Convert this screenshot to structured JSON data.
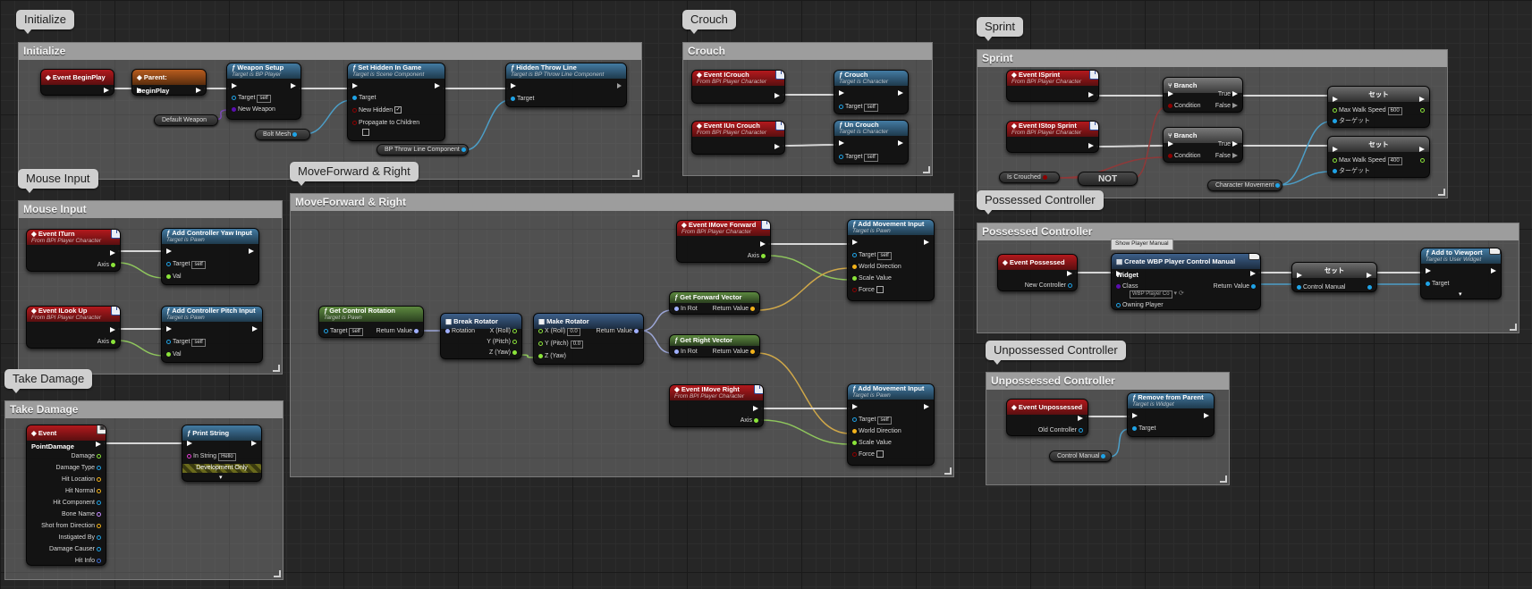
{
  "comments": {
    "initialize": "Initialize",
    "crouch": "Crouch",
    "sprint": "Sprint",
    "mouse": "Mouse Input",
    "move": "MoveForward & Right",
    "damage": "Take Damage",
    "possessed": "Possessed Controller",
    "unpossessed": "Unpossessed Controller"
  },
  "init": {
    "beginplay": "Event BeginPlay",
    "parent": "Parent: BeginPlay",
    "weapon_title": "Weapon Setup",
    "weapon_sub": "Target is BP Player",
    "weapon_target": "Target",
    "weapon_new": "New Weapon",
    "self": "self",
    "default_weapon": "Default Weapon",
    "sethidden_title": "Set Hidden In Game",
    "sethidden_sub": "Target is Scene Component",
    "sh_target": "Target",
    "sh_new_hidden": "New Hidden",
    "sh_propagate": "Propagate to Children",
    "bolt_mesh": "Bolt Mesh",
    "throw_title": "Hidden Throw Line",
    "throw_sub": "Target is BP Throw Line Component",
    "throw_target": "Target",
    "bp_throw": "BP Throw Line Component"
  },
  "crouch": {
    "ev_crouch": "Event ICrouch",
    "ev_uncrouch": "Event IUn Crouch",
    "from": "From BPI Player Character",
    "fn_crouch": "Crouch",
    "fn_uncrouch": "Un Crouch",
    "target_is": "Target is Character",
    "target": "Target",
    "self": "self"
  },
  "sprint": {
    "ev_sprint": "Event ISprint",
    "ev_stop": "Event IStop Sprint",
    "from": "From BPI Player Character",
    "branch": "Branch",
    "condition": "Condition",
    "true_lbl": "True",
    "false_lbl": "False",
    "set": "セット",
    "max_walk": "Max Walk Speed",
    "speed_1": "600",
    "speed_2": "400",
    "target_jp": "ターゲット",
    "is_crouched": "Is Crouched",
    "not": "NOT",
    "char_move": "Character Movement"
  },
  "mouse": {
    "ev_turn": "Event ITurn",
    "ev_lookup": "Event ILook Up",
    "from": "From BPI Player Character",
    "axis": "Axis",
    "yaw_title": "Add Controller Yaw Input",
    "pitch_title": "Add Controller Pitch Input",
    "target_is": "Target is Pawn",
    "target": "Target",
    "val": "Val",
    "self": "self"
  },
  "move": {
    "get_ctrl_rot": "Get Control Rotation",
    "target_is_pawn": "Target is Pawn",
    "target": "Target",
    "self": "self",
    "return_value": "Return Value",
    "break_rot": "Break Rotator",
    "rotation": "Rotation",
    "x_roll": "X (Roll)",
    "y_pitch": "Y (Pitch)",
    "z_yaw": "Z (Yaw)",
    "make_rot": "Make Rotator",
    "zero": "0.0",
    "get_fwd": "Get Forward Vector",
    "get_right": "Get Right Vector",
    "in_rot": "In Rot",
    "ev_fwd": "Event IMove Forward",
    "ev_right": "Event IMove Right",
    "from": "From BPI Player Character",
    "axis": "Axis",
    "add_move": "Add Movement Input",
    "world_dir": "World Direction",
    "scale": "Scale Value",
    "force": "Force"
  },
  "damage": {
    "ev_point": "Event PointDamage",
    "pins": [
      "Damage",
      "Damage Type",
      "Hit Location",
      "Hit Normal",
      "Hit Component",
      "Bone Name",
      "Shot from Direction",
      "Instigated By",
      "Damage Causer",
      "Hit Info"
    ],
    "print": "Print String",
    "in_string": "In String",
    "hello": "Hello",
    "dev_only": "Development Only"
  },
  "possessed": {
    "ev": "Event Possessed",
    "new_ctrl": "New Controller",
    "tooltip": "Show Player Manual",
    "create": "Create WBP Player Control Manual Widget",
    "class": "Class",
    "class_val": "WBP Player Co",
    "owning": "Owning Player",
    "return_value": "Return Value",
    "set": "セット",
    "control_manual": "Control Manual",
    "add_vp": "Add to Viewport",
    "target_is_widget": "Target is User Widget",
    "target": "Target"
  },
  "unpossessed": {
    "ev": "Event Unpossessed",
    "old_ctrl": "Old Controller",
    "remove": "Remove from Parent",
    "target_is_widget": "Target is Widget",
    "target": "Target",
    "control_manual": "Control Manual"
  },
  "colors": {
    "event_header": "#b3191d",
    "function_header": "#437ba3",
    "pure_header": "#5d8a3f",
    "object_pin": "#1fa3e6",
    "float_pin": "#8be43a",
    "vector_pin": "#f2b21b",
    "rotator_pin": "#a0b0ff",
    "bool_pin": "#8c0000"
  }
}
